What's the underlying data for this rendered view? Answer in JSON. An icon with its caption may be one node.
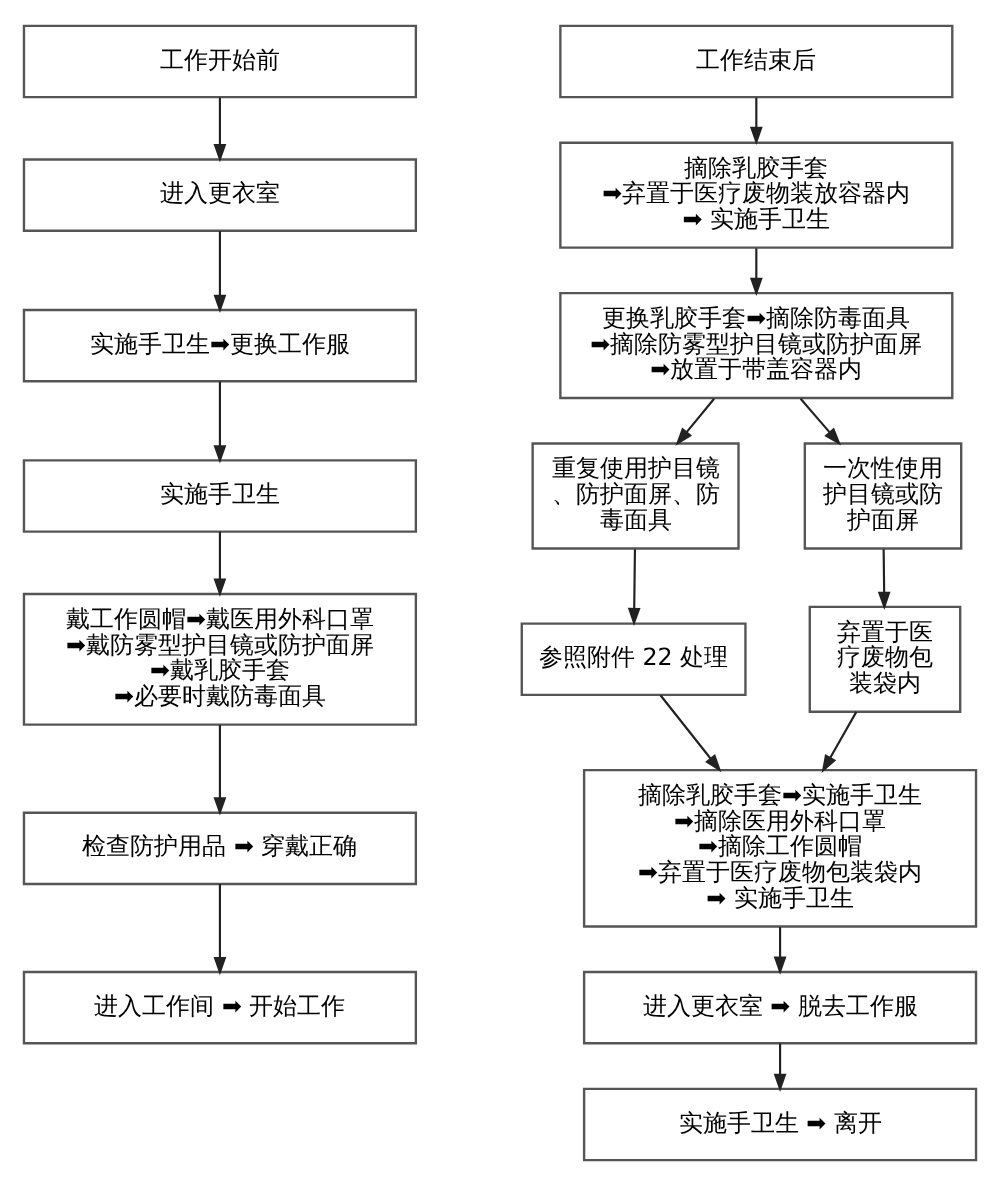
{
  "diagram": {
    "nodes": [
      {
        "text": [
          "工作开始前"
        ]
      },
      {
        "text": [
          "进入更衣室"
        ]
      },
      {
        "text": [
          "实施手卫生➡更换工作服"
        ]
      },
      {
        "text": [
          "实施手卫生"
        ]
      },
      {
        "text": [
          "戴工作圆帽➡戴医用外科口罩➡戴防雾型护目镜或防护面屏➡戴乳胶手套➡必要时戴防毒面具"
        ]
      },
      {
        "text": [
          "检查防护用品 ➡ 穿戴正确"
        ]
      },
      {
        "text": [
          "进入工作间 ➡ 开始工作"
        ]
      },
      {
        "text": [
          "工作结束后"
        ]
      },
      {
        "text": [
          "摘除乳胶手套 ➡弃置于医疗废物装放容器内➡ 实施手卫生"
        ]
      },
      {
        "text": [
          "更换乳胶手套➡摘除防毒面具➡摘除防雾型护目镜或防护面屏➡放置于带盖容器内"
        ]
      },
      {
        "text": [
          "重复使用护目镜、防护面屏、防毒面具"
        ]
      },
      {
        "text": [
          "一次性使用护目镜或防护面屏"
        ]
      },
      {
        "text": [
          "参照附件 22 处理"
        ]
      },
      {
        "text": [
          "弃置于医疗废物包装袋内"
        ]
      },
      {
        "text": [
          "摘除乳胶手套➡实施手卫生➡摘除医用外科口罩 ➡摘除工作圆帽➡弃置于医疗废物包装袋内➡ 实施手卫生"
        ]
      },
      {
        "text": [
          "进入更衣室 ➡ 脱去工作服"
        ]
      },
      {
        "text": [
          "实施手卫生 ➡ 离开"
        ]
      }
    ],
    "edges": [
      {
        "from": 0,
        "to": 1,
        "arrow": "to"
      },
      {
        "from": 1,
        "to": 2,
        "arrow": "to"
      },
      {
        "from": 2,
        "to": 3,
        "arrow": "to"
      },
      {
        "from": 3,
        "to": 4,
        "arrow": "to"
      },
      {
        "from": 4,
        "to": 5,
        "arrow": "to"
      },
      {
        "from": 5,
        "to": 6,
        "arrow": "to"
      },
      {
        "from": 7,
        "to": 8,
        "arrow": "to"
      },
      {
        "from": 8,
        "to": 9,
        "arrow": "to"
      },
      {
        "from": 9,
        "to": 10,
        "arrow": "to"
      },
      {
        "from": 9,
        "to": 11,
        "arrow": "to"
      },
      {
        "from": 10,
        "to": 12,
        "arrow": "to"
      },
      {
        "from": 11,
        "to": 13,
        "arrow": "to"
      },
      {
        "from": 12,
        "to": 14,
        "arrow": "to"
      },
      {
        "from": 13,
        "to": 14,
        "arrow": "to"
      },
      {
        "from": 14,
        "to": 15,
        "arrow": "to"
      },
      {
        "from": 15,
        "to": 16,
        "arrow": "to"
      }
    ]
  }
}
